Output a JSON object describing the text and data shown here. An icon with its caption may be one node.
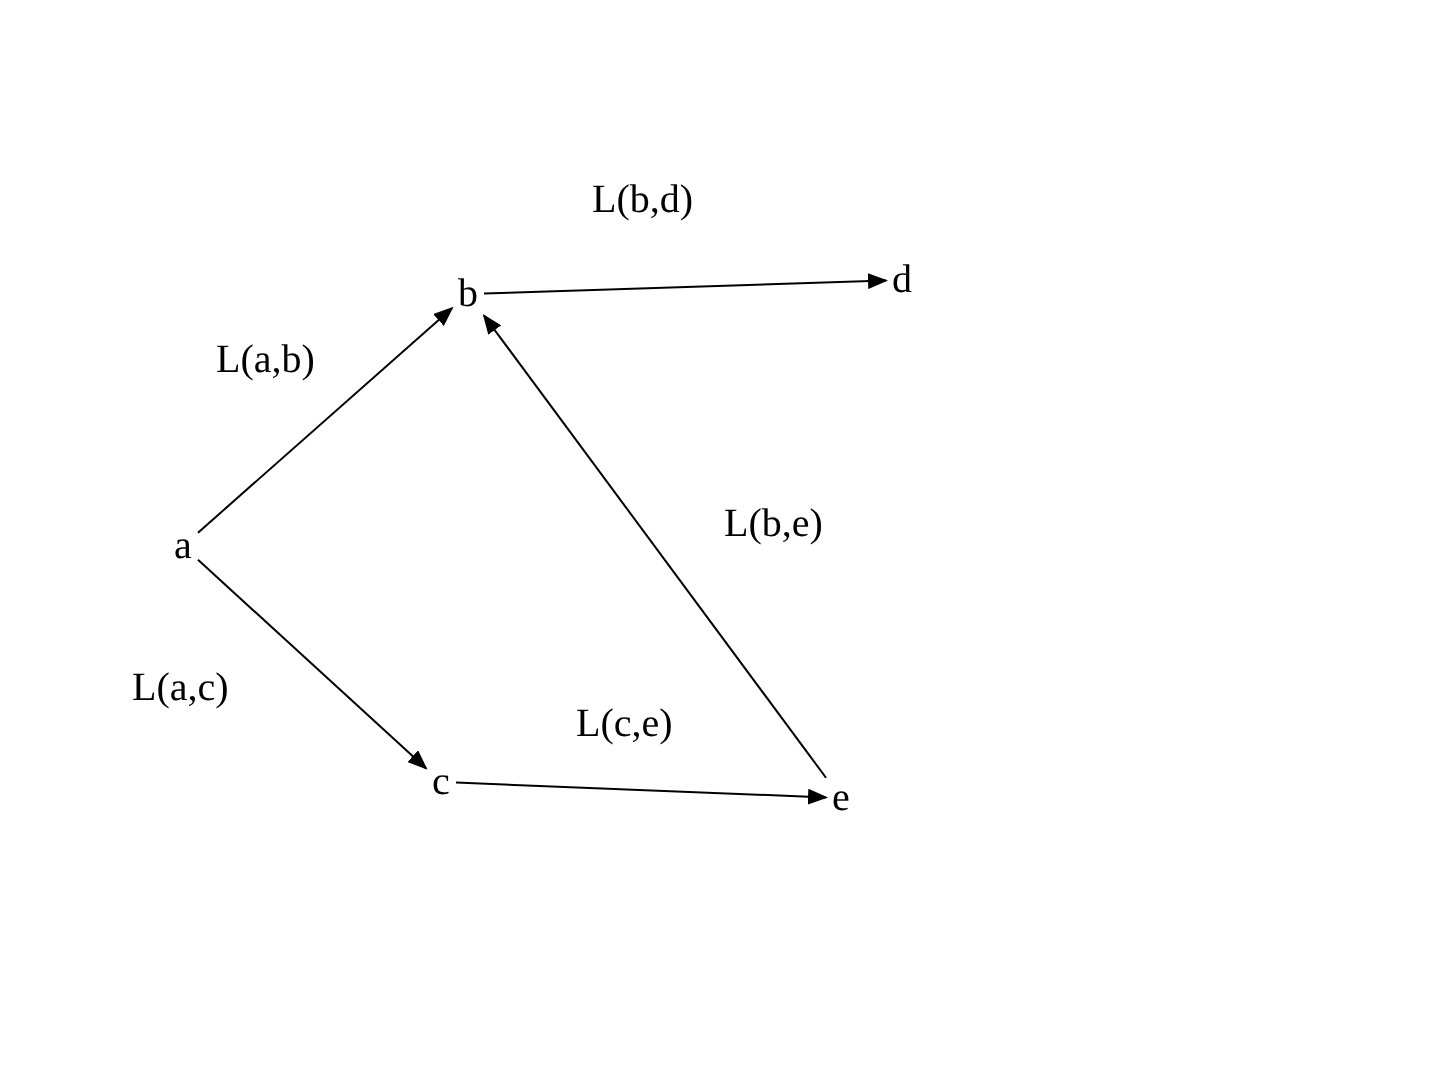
{
  "diagram": {
    "nodes": [
      {
        "text": [
          "a"
        ]
      },
      {
        "text": [
          "b"
        ]
      },
      {
        "text": [
          "d"
        ]
      },
      {
        "text": [
          "c"
        ]
      },
      {
        "text": [
          "e"
        ]
      }
    ],
    "edges": [
      {
        "from": 0,
        "to": 1,
        "arrow": "to",
        "label": "L(a,b)"
      },
      {
        "from": 0,
        "to": 3,
        "arrow": "to",
        "label": "L(a,c)"
      },
      {
        "from": 1,
        "to": 2,
        "arrow": "to",
        "label": "L(b,d)"
      },
      {
        "from": 3,
        "to": 4,
        "arrow": "to",
        "label": "L(c,e)"
      },
      {
        "from": 4,
        "to": 1,
        "arrow": "to",
        "label": "L(b,e)"
      }
    ]
  }
}
